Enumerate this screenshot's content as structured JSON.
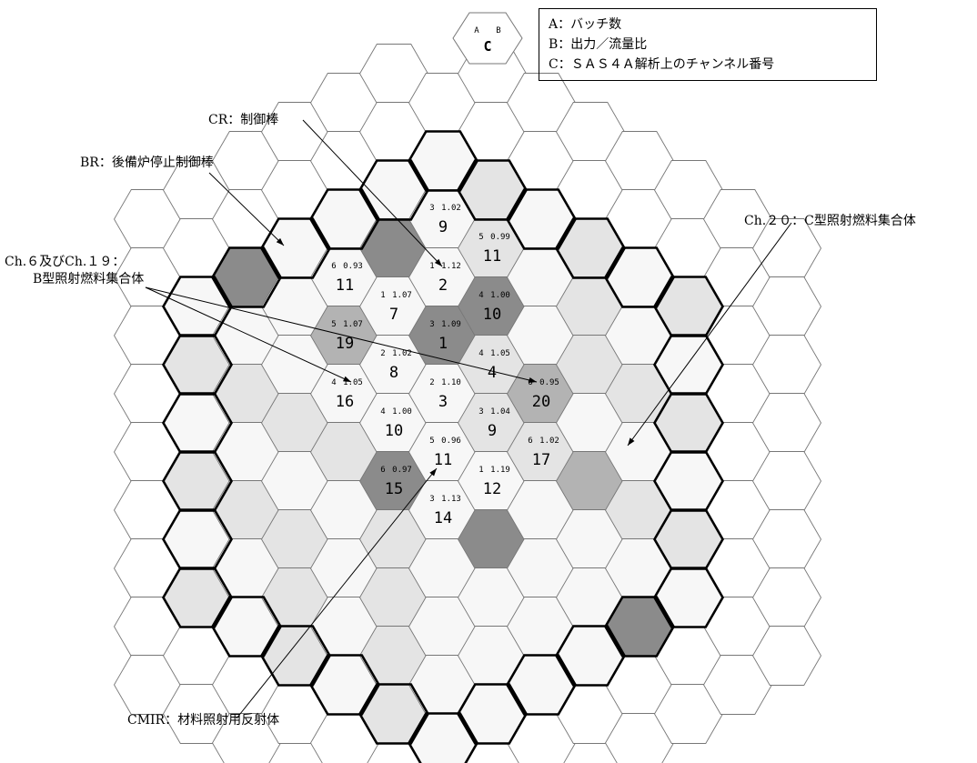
{
  "legend": {
    "sample": {
      "a": "A",
      "b": "B",
      "c": "C"
    },
    "lines": [
      "A：バッチ数",
      "B：出力／流量比",
      "C：ＳＡＳ４Ａ解析上のチャンネル番号"
    ]
  },
  "labels": {
    "cr": "CR：制御棒",
    "br": "BR：後備炉停止制御棒",
    "ch6_19": "Ch.６及びCh.１９：",
    "ch6_19_sub": "B型照射燃料集合体",
    "ch20": "Ch.２０：C型照射燃料集合体",
    "cmir": "CMIR：材料照射用反射体"
  },
  "colors": {
    "light": "#f7f7f7",
    "medium": "#e4e4e4",
    "dark": "#8b8b8b",
    "mid_gray": "#b3b3b3",
    "line": "#777777",
    "heavy": "#000000"
  },
  "assemblies": [
    {
      "c": 0,
      "r": -2,
      "a": "3",
      "b": "1.09",
      "ch": "1",
      "t": "light"
    },
    {
      "c": 1,
      "r": -2,
      "a": "4",
      "b": "1.05",
      "ch": "4",
      "t": "medium"
    },
    {
      "c": 1,
      "r": -1,
      "a": "3",
      "b": "1.04",
      "ch": "9",
      "t": "medium"
    },
    {
      "c": 0,
      "r": 0,
      "a": "5",
      "b": "0.96",
      "ch": "11",
      "t": "light"
    },
    {
      "c": -1,
      "r": 0,
      "a": "4",
      "b": "1.00",
      "ch": "10",
      "t": "medium"
    },
    {
      "c": -1,
      "r": -1,
      "a": "2",
      "b": "1.02",
      "ch": "8",
      "t": "medium"
    },
    {
      "c": -1,
      "r": -2,
      "a": "1",
      "b": "1.07",
      "ch": "7",
      "t": "light"
    },
    {
      "c": 0,
      "r": -4,
      "a": "3",
      "b": "1.02",
      "ch": "9",
      "t": "medium"
    },
    {
      "c": 1,
      "r": -4,
      "a": "5",
      "b": "0.99",
      "ch": "11",
      "t": "light"
    },
    {
      "c": 1,
      "r": -3,
      "a": "4",
      "b": "1.00",
      "ch": "10",
      "t": "medium"
    },
    {
      "c": 2,
      "r": -2,
      "a": "6",
      "b": "0.95",
      "ch": "20",
      "t": "medium"
    },
    {
      "c": 2,
      "r": -1,
      "a": "6",
      "b": "1.02",
      "ch": "17",
      "t": "light"
    },
    {
      "c": 1,
      "r": 0,
      "a": "1",
      "b": "1.19",
      "ch": "12",
      "t": "light"
    },
    {
      "c": 0,
      "r": 1,
      "a": "3",
      "b": "1.13",
      "ch": "14",
      "t": "medium"
    },
    {
      "c": -1,
      "r": 1,
      "a": "6",
      "b": "0.97",
      "ch": "15",
      "t": "medium"
    },
    {
      "c": -2,
      "r": 0,
      "a": "4",
      "b": "1.05",
      "ch": "16",
      "t": "light"
    },
    {
      "c": -2,
      "r": -1,
      "a": "5",
      "b": "1.07",
      "ch": "19",
      "t": "medium"
    },
    {
      "c": -2,
      "r": -2,
      "a": "6",
      "b": "0.93",
      "ch": "11",
      "t": "light"
    },
    {
      "c": -1,
      "r": -3,
      "a": "",
      "b": "",
      "ch": "",
      "t": "light"
    },
    {
      "c": 0,
      "r": -3,
      "a": "1",
      "b": "1.12",
      "ch": "2",
      "t": "light"
    },
    {
      "c": 0,
      "r": -1,
      "a": "2",
      "b": "1.10",
      "ch": "3",
      "t": "medium"
    },
    {
      "c": -1,
      "r": 0,
      "a": "",
      "b": "",
      "ch": "",
      "t": "light"
    }
  ]
}
